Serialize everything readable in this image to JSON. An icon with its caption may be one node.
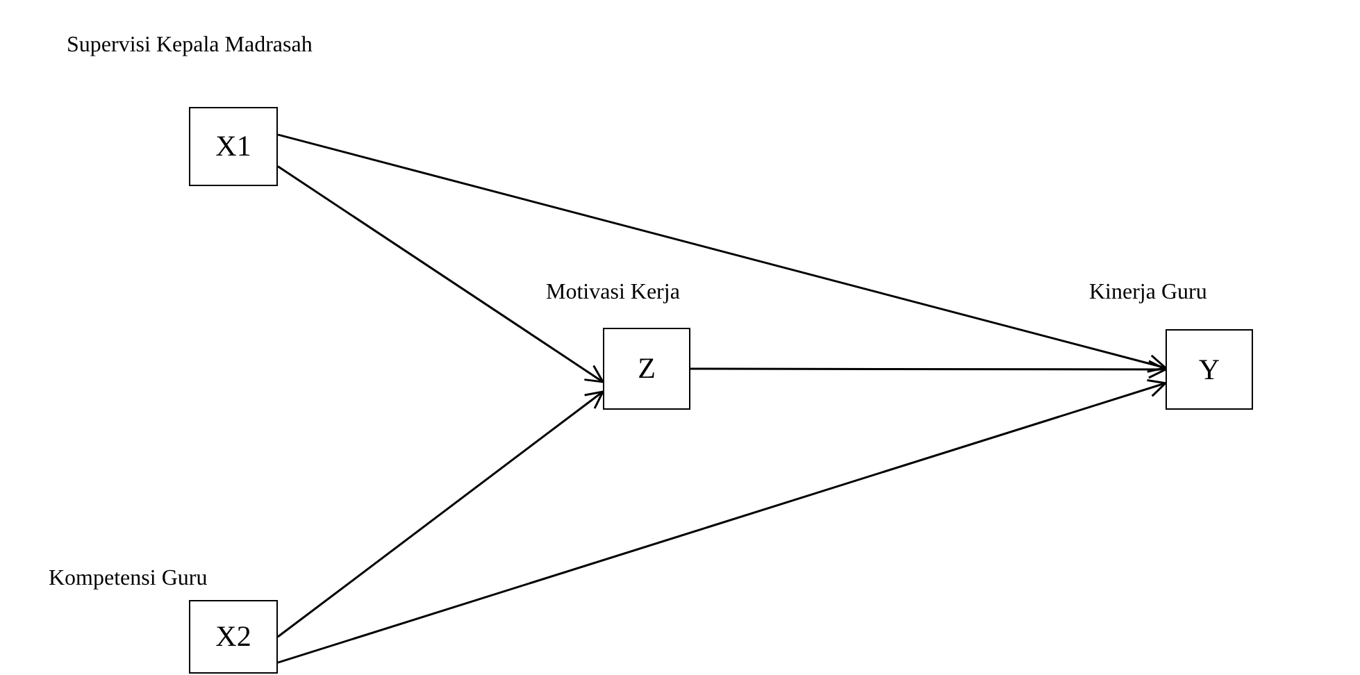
{
  "diagram": {
    "nodes": [
      {
        "text": [
          "Supervisi Kepala Madrasah",
          "X1"
        ]
      },
      {
        "text": [
          "Motivasi Kerja",
          "Z"
        ]
      },
      {
        "text": [
          "Kinerja Guru",
          "Y"
        ]
      },
      {
        "text": [
          "Kompetensi Guru",
          "X2"
        ]
      }
    ],
    "edges": [
      {
        "from": 0,
        "to": 2,
        "arrow": "to"
      },
      {
        "from": 0,
        "to": 1,
        "arrow": "to"
      },
      {
        "from": 1,
        "to": 2,
        "arrow": "to"
      },
      {
        "from": 3,
        "to": 1,
        "arrow": "to"
      },
      {
        "from": 3,
        "to": 2,
        "arrow": "to"
      }
    ]
  }
}
